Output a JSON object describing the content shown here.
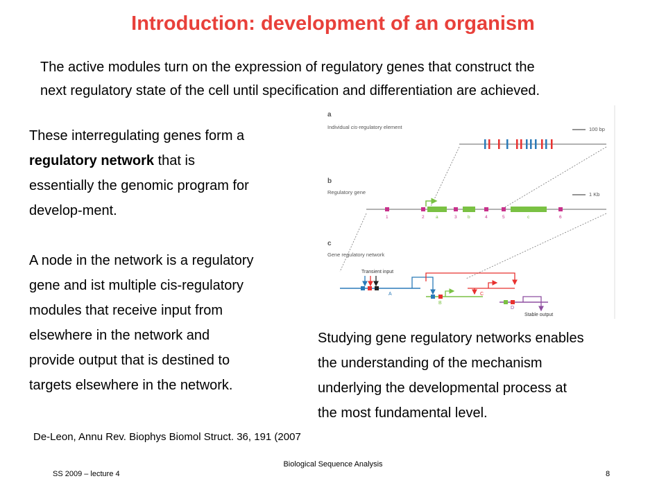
{
  "slide": {
    "title": "Introduction: development of an organism",
    "intro_lines": [
      "The active modules turn on the expression of regulatory genes that construct the",
      "next regulatory state of the cell until specification and differentiation are achieved."
    ],
    "left": {
      "p1_line1": "These interregulating genes form a",
      "p1_bold": "regulatory network",
      "p1_line2_rest": " that is",
      "p1_line3": "essentially the genomic program for",
      "p1_line4": "develop-ment.",
      "p2_lines": [
        "A node in the network is a regulatory",
        "gene and ist multiple cis-regulatory",
        "modules that receive input from",
        "elsewhere in the network and",
        "provide output that is destined to",
        "targets elsewhere in the network."
      ]
    },
    "right_lines": [
      "Studying gene regulatory networks enables",
      "the understanding of the mechanism",
      "underlying the developmental process at",
      "the most fundamental level."
    ],
    "citation": "De-Leon, Annu Rev. Biophys Biomol Struct. 36, 191 (2007"
  },
  "figure": {
    "panel_a_letter": "a",
    "panel_a_title_pre": "Individual ",
    "panel_a_title_italic": "cis",
    "panel_a_title_post": "-regulatory element",
    "scale_a": "100 bp",
    "panel_b_letter": "b",
    "panel_b_title": "Regulatory gene",
    "scale_b": "1 Kb",
    "module_numbers": [
      "1",
      "2",
      "3",
      "4",
      "5",
      "6"
    ],
    "exon_labels": [
      "a",
      "b",
      "c"
    ],
    "panel_c_letter": "c",
    "panel_c_title": "Gene regulatory network",
    "transient_input": "Transient input",
    "gene_labels": [
      "A",
      "B",
      "C",
      "D"
    ],
    "stable_output": "Stable output",
    "colors": {
      "magenta": "#c8318c",
      "green": "#7ac143",
      "blue": "#2a7ab8",
      "red": "#e8312f",
      "purple": "#8e4ea0"
    }
  },
  "footer": {
    "course": "Biological Sequence Analysis",
    "lecture": "SS 2009 – lecture 4",
    "page": "8"
  }
}
